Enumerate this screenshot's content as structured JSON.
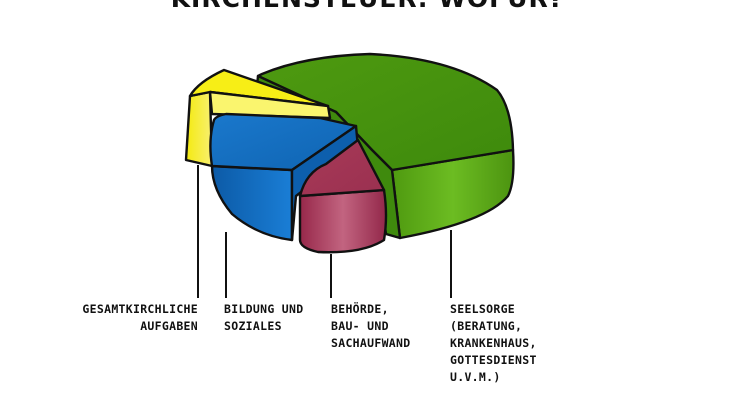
{
  "chart_data": {
    "type": "pie",
    "title": "Kirchensteuer: wofür?",
    "slices": [
      {
        "label_lines": [
          "Gesamtkirchliche",
          "Aufgaben"
        ],
        "color": "#f7ee16"
      },
      {
        "label_lines": [
          "Bildung und",
          "Soziales"
        ],
        "color": "#1270c4"
      },
      {
        "label_lines": [
          "Behörde,",
          "Bau- und",
          "Sachaufwand"
        ],
        "color": "#a8344f"
      },
      {
        "label_lines": [
          "Seelsorge",
          "(Beratung,",
          "Krankenhaus,",
          "Gottesdienst",
          "u.v.m.)"
        ],
        "color": "#5aab14"
      }
    ],
    "legend": "none"
  }
}
